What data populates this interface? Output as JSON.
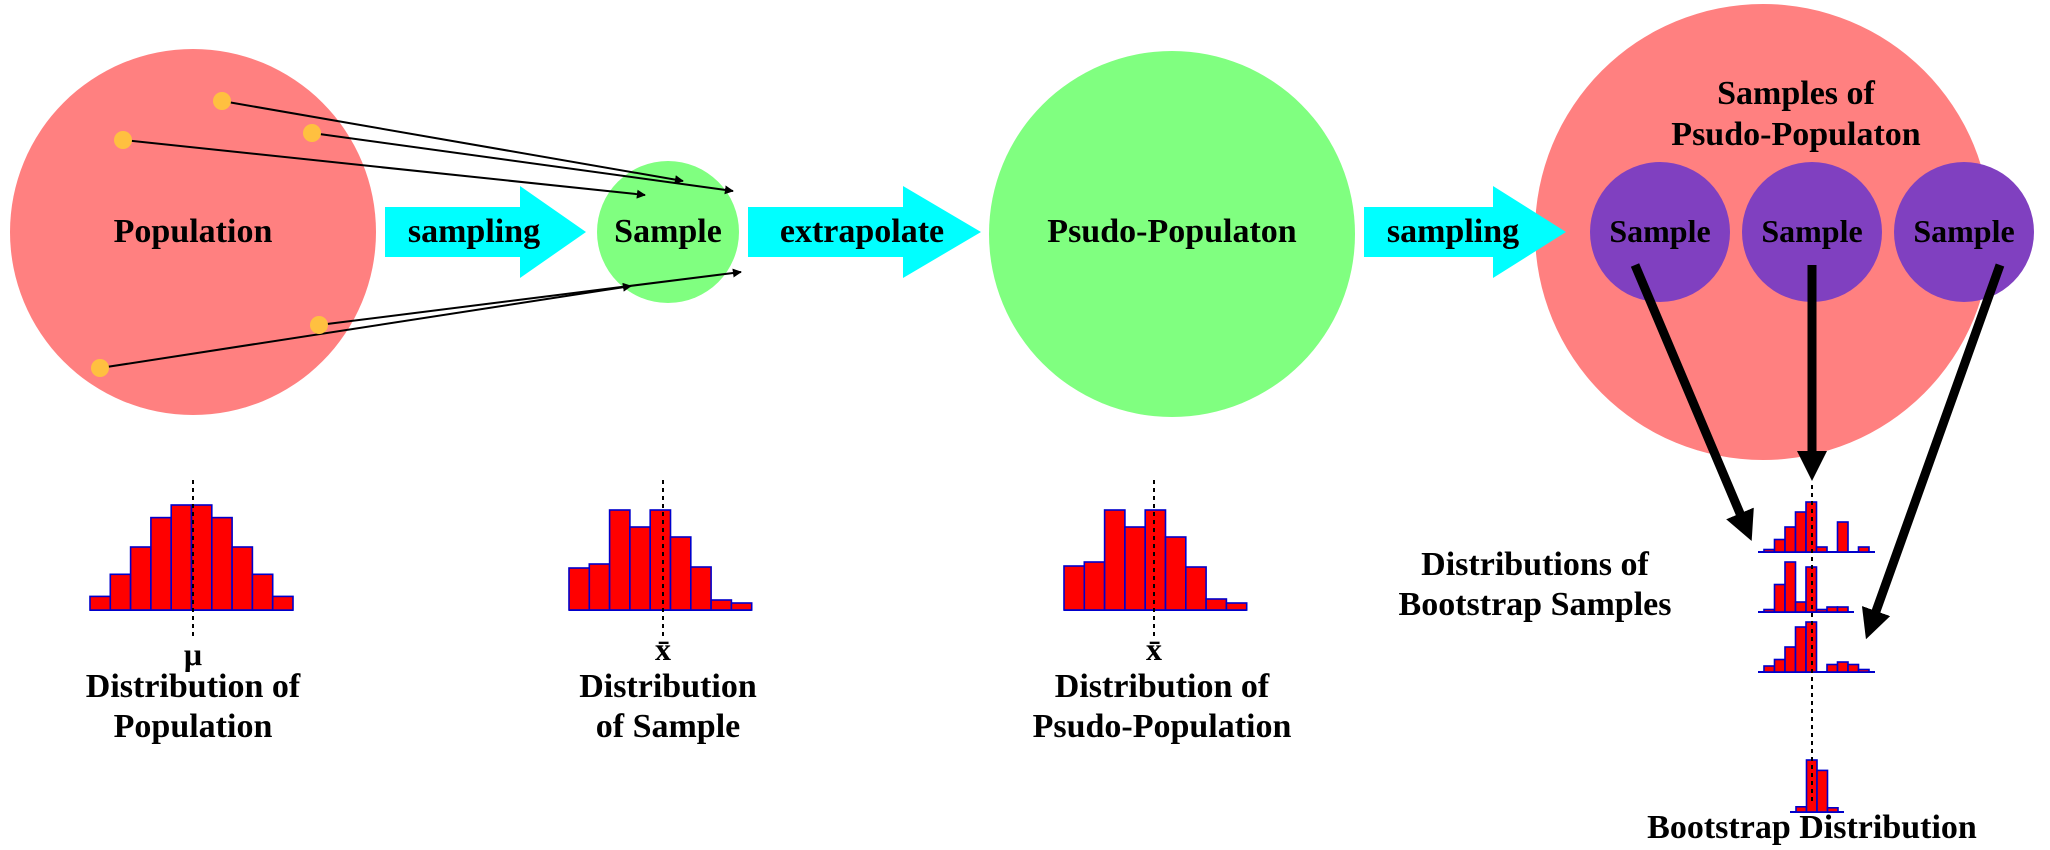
{
  "colors": {
    "population_fill": "#ff8080",
    "sample_fill": "#80ff80",
    "pseudo_fill": "#80ff80",
    "bootstrap_sample_fill": "#8040c0",
    "arrow_fill": "#00ffff",
    "point_fill": "#ffc040",
    "bar_fill": "#ff0000",
    "bar_stroke": "#0000cc"
  },
  "circles": {
    "population": "Population",
    "sample": "Sample",
    "pseudo_population": "Psudo-Populaton",
    "samples_of_pseudo_line1": "Samples of",
    "samples_of_pseudo_line2": "Psudo-Populaton",
    "bootstrap_samples": [
      "Sample",
      "Sample",
      "Sample"
    ]
  },
  "arrows": {
    "sampling_1": "sampling",
    "extrapolate": "extrapolate",
    "sampling_2": "sampling"
  },
  "distributions": {
    "population": {
      "symbol": "μ",
      "line1": "Distribution of",
      "line2": "Population"
    },
    "sample": {
      "symbol": "x̄",
      "line1": "Distribution",
      "line2": "of Sample"
    },
    "pseudo": {
      "symbol": "x̄",
      "line1": "Distribution of",
      "line2": "Psudo-Population"
    },
    "bootstrap_samples": {
      "line1": "Distributions of",
      "line2": "Bootstrap Samples"
    },
    "bootstrap": {
      "line1": "Bootstrap Distribution"
    }
  },
  "histograms": {
    "population": [
      0.13,
      0.34,
      0.6,
      0.88,
      1.0,
      1.0,
      0.88,
      0.6,
      0.34,
      0.13
    ],
    "sample": [
      0.42,
      0.46,
      1.0,
      0.83,
      1.0,
      0.73,
      0.43,
      0.1,
      0.07
    ],
    "pseudo": [
      0.44,
      0.48,
      1.0,
      0.83,
      1.0,
      0.73,
      0.43,
      0.11,
      0.07
    ],
    "boot1": [
      0.05,
      0.25,
      0.5,
      0.8,
      1.0,
      0.1,
      0.0,
      0.6,
      0.0,
      0.1
    ],
    "boot2": [
      0.05,
      0.55,
      1.0,
      0.2,
      0.9,
      0.05,
      0.1,
      0.1
    ],
    "boot3": [
      0.12,
      0.25,
      0.5,
      0.9,
      1.0,
      0.0,
      0.15,
      0.2,
      0.15,
      0.05
    ],
    "bootstrap": [
      0.1,
      1.0,
      0.8,
      0.08
    ]
  }
}
